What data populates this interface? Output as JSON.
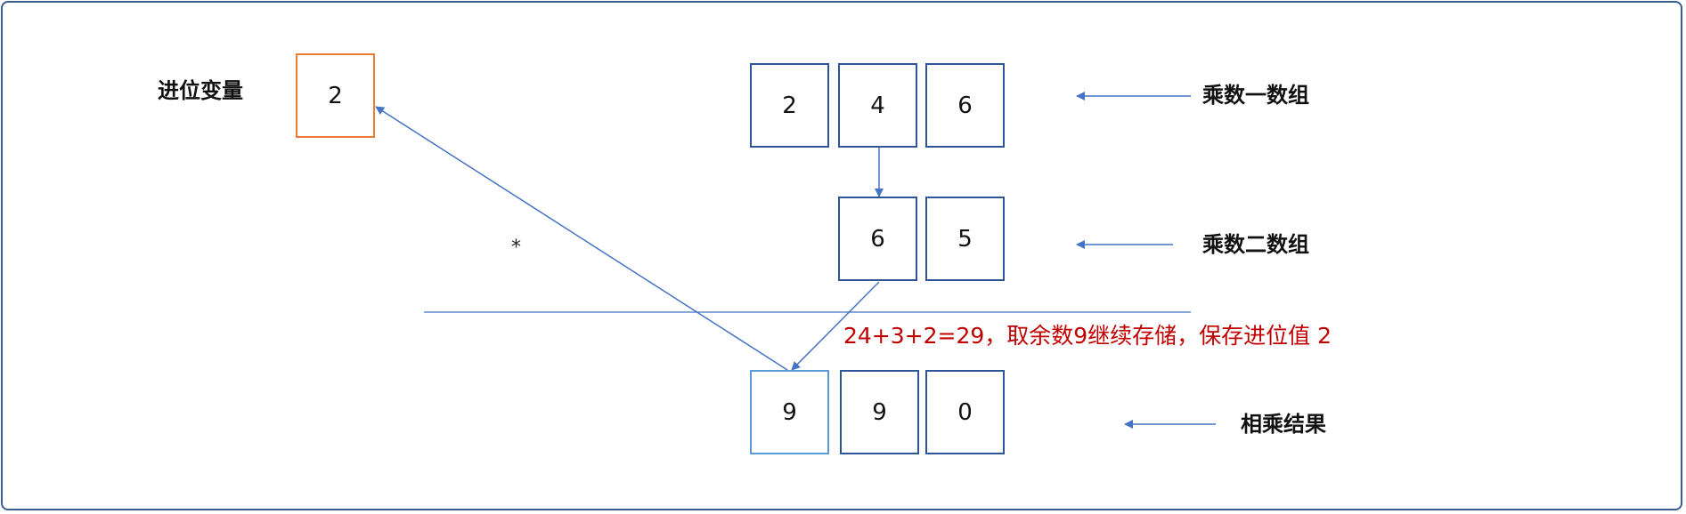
{
  "labels": {
    "carry_variable": "进位变量",
    "multiplier_one_array": "乘数一数组",
    "multiplier_two_array": "乘数二数组",
    "product_result": "相乘结果"
  },
  "carry_value": "2",
  "multiplier_one": [
    "2",
    "4",
    "6"
  ],
  "multiplier_two": [
    "6",
    "5"
  ],
  "result": [
    "9",
    "9",
    "0"
  ],
  "annotation": "24+3+2=29，取余数9继续存储，保存进位值 2",
  "asterisk": "*",
  "colors": {
    "cell_border": "#2f5597",
    "carry_border": "#ed7d31",
    "arrow": "#4472c4",
    "annotation": "#c00000",
    "frame": "#3b5c8f"
  }
}
